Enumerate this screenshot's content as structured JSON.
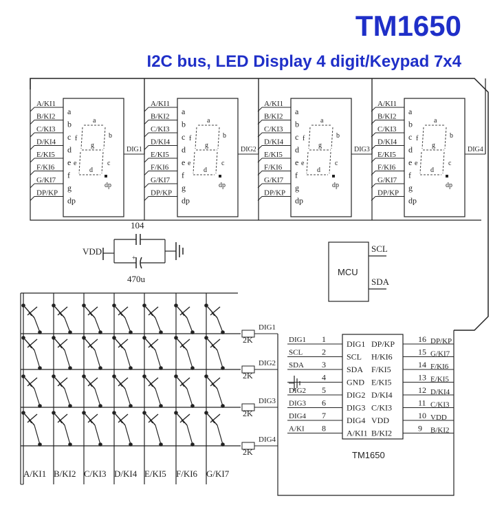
{
  "title": "TM1650",
  "subtitle": "I2C bus, LED Display 4 digit/Keypad 7x4",
  "segment_pins": [
    "A/KI1",
    "B/KI2",
    "C/KI3",
    "D/KI4",
    "E/KI5",
    "F/KI6",
    "G/KI7",
    "DP/KP"
  ],
  "segment_letters": [
    "a",
    "b",
    "c",
    "d",
    "e",
    "f",
    "g",
    "dp"
  ],
  "seven_seg_labels": {
    "a": "a",
    "b": "b",
    "c": "c",
    "d": "d",
    "e": "e",
    "f": "f",
    "g": "g",
    "dp": "dp"
  },
  "digit_outputs": [
    "DIG1",
    "DIG2",
    "DIG3",
    "DIG4"
  ],
  "power": {
    "vdd": "VDD",
    "cap1": "104",
    "cap2": "470u"
  },
  "mcu": {
    "label": "MCU",
    "scl": "SCL",
    "sda": "SDA"
  },
  "keypad_columns": [
    "A/KI1",
    "B/KI2",
    "C/KI3",
    "D/KI4",
    "E/KI5",
    "F/KI6",
    "G/KI7"
  ],
  "row_resistor": "2K",
  "chip": {
    "name": "TM1650",
    "left_pins": [
      {
        "num": "1",
        "name": "DIG1",
        "net": "DIG1"
      },
      {
        "num": "2",
        "name": "SCL",
        "net": "SCL"
      },
      {
        "num": "3",
        "name": "SDA",
        "net": "SDA"
      },
      {
        "num": "4",
        "name": "GND",
        "net": ""
      },
      {
        "num": "5",
        "name": "DIG2",
        "net": "DIG2"
      },
      {
        "num": "6",
        "name": "DIG3",
        "net": "DIG3"
      },
      {
        "num": "7",
        "name": "DIG4",
        "net": "DIG4"
      },
      {
        "num": "8",
        "name": "A/KI1",
        "net": "A/KI"
      }
    ],
    "right_pins": [
      {
        "num": "16",
        "name": "DP/KP",
        "net": "DP/KP"
      },
      {
        "num": "15",
        "name": "H/KI6",
        "net": "G/KI7"
      },
      {
        "num": "14",
        "name": "F/KI5",
        "net": "F/KI6"
      },
      {
        "num": "13",
        "name": "E/KI5",
        "net": "E/KI5"
      },
      {
        "num": "12",
        "name": "D/KI4",
        "net": "D/KI4"
      },
      {
        "num": "11",
        "name": "C/KI3",
        "net": "C/KI3"
      },
      {
        "num": "10",
        "name": "VDD",
        "net": "VDD"
      },
      {
        "num": "9",
        "name": "B/KI2",
        "net": "B/KI2"
      }
    ]
  }
}
